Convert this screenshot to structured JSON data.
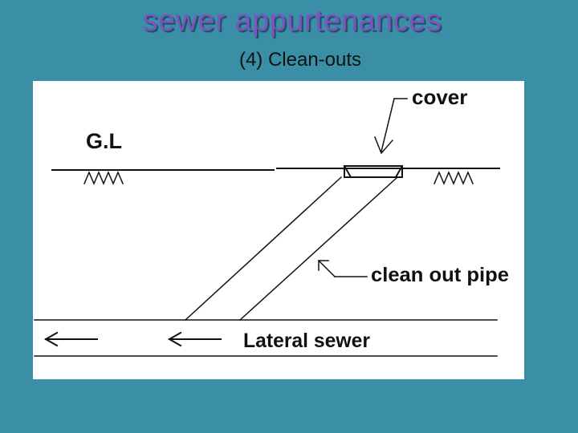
{
  "slide": {
    "title": "sewer appurtenances",
    "subtitle": "(4) Clean-outs"
  },
  "diagram": {
    "labels": {
      "ground_level": "G.L",
      "cover": "cover",
      "clean_out_pipe": "clean out pipe",
      "lateral_sewer": "Lateral sewer"
    },
    "colors": {
      "background": "#3a8fa6",
      "title": "#7d53c2",
      "panel": "#ffffff",
      "ink": "#111111"
    }
  }
}
